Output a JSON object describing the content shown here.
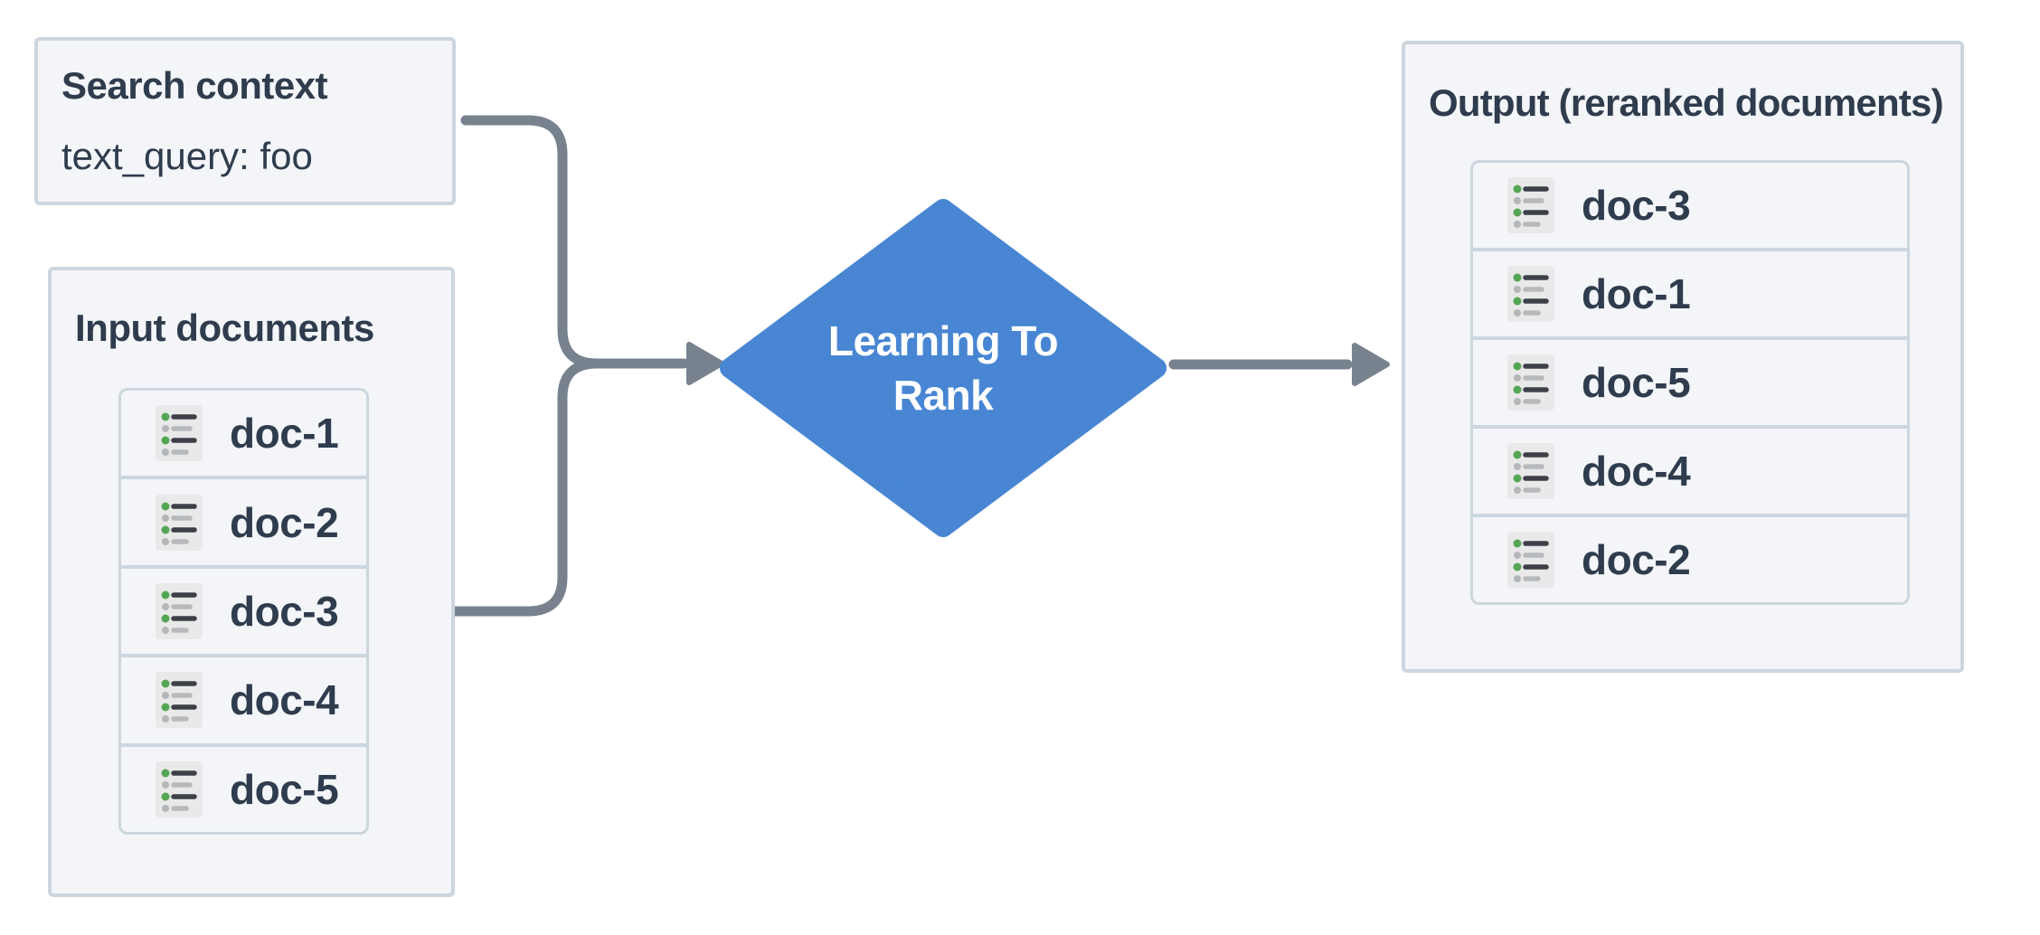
{
  "search_context": {
    "title": "Search context",
    "query": "text_query: foo"
  },
  "input_documents": {
    "title": "Input documents",
    "docs": [
      "doc-1",
      "doc-2",
      "doc-3",
      "doc-4",
      "doc-5"
    ]
  },
  "ltr_node": {
    "label": "Learning To Rank"
  },
  "output_documents": {
    "title": "Output (reranked documents)",
    "docs": [
      "doc-3",
      "doc-1",
      "doc-5",
      "doc-4",
      "doc-2"
    ]
  },
  "colors": {
    "node_blue": "#4886d3",
    "arrow_gray": "#78828f",
    "box_border": "#ccd6de",
    "box_bg": "#f3f5f8",
    "text_dark": "#2f3c4d",
    "icon_bg": "#e9e9ea",
    "icon_green": "#55a654",
    "icon_dot_gray": "#b4b7ba",
    "icon_line_dark": "#3d4147",
    "icon_line_light": "#b7babd"
  }
}
